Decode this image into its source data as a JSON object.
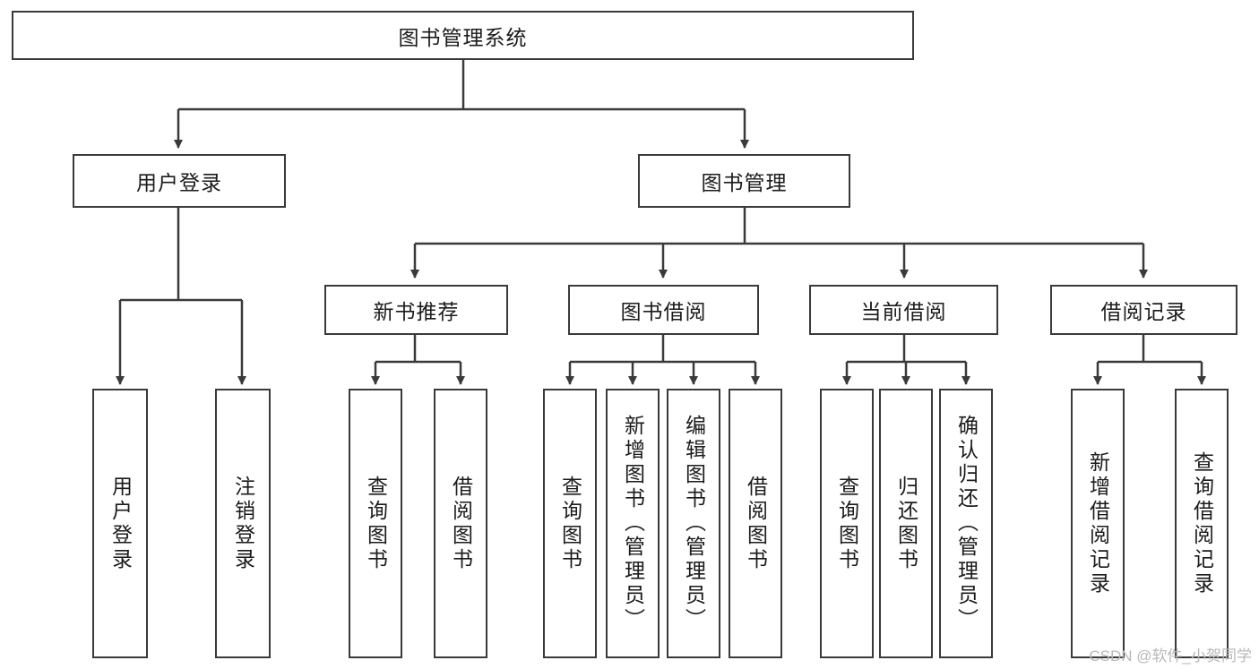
{
  "diagram": {
    "title": "图书管理系统",
    "type": "hierarchical-tree-functional-decomposition",
    "root": {
      "id": "root",
      "label": "图书管理系统"
    },
    "level2": [
      {
        "id": "user-login",
        "label": "用户登录"
      },
      {
        "id": "book-management",
        "label": "图书管理"
      }
    ],
    "level3": [
      {
        "id": "new-book-recommend",
        "label": "新书推荐",
        "parent": "book-management"
      },
      {
        "id": "book-borrow",
        "label": "图书借阅",
        "parent": "book-management"
      },
      {
        "id": "current-borrow",
        "label": "当前借阅",
        "parent": "book-management"
      },
      {
        "id": "borrow-record",
        "label": "借阅记录",
        "parent": "book-management"
      }
    ],
    "leaves": {
      "user_login": [
        {
          "id": "leaf-user-login",
          "label": "用户登录"
        },
        {
          "id": "leaf-logout",
          "label": "注销登录"
        }
      ],
      "new_book_recommend": [
        {
          "id": "leaf-query-book-1",
          "label": "查询图书"
        },
        {
          "id": "leaf-borrow-book-1",
          "label": "借阅图书"
        }
      ],
      "book_borrow": [
        {
          "id": "leaf-query-book-2",
          "label": "查询图书"
        },
        {
          "id": "leaf-add-book",
          "label": "新增图书（管理员）"
        },
        {
          "id": "leaf-edit-book",
          "label": "编辑图书（管理员）"
        },
        {
          "id": "leaf-borrow-book-2",
          "label": "借阅图书"
        }
      ],
      "current_borrow": [
        {
          "id": "leaf-query-book-3",
          "label": "查询图书"
        },
        {
          "id": "leaf-return-book",
          "label": "归还图书"
        },
        {
          "id": "leaf-confirm-return",
          "label": "确认归还（管理员）"
        }
      ],
      "borrow_record": [
        {
          "id": "leaf-add-record",
          "label": "新增借阅记录"
        },
        {
          "id": "leaf-query-record",
          "label": "查询借阅记录"
        }
      ]
    }
  },
  "watermark": {
    "text": "CSDN @软件_小贺同学"
  },
  "colors": {
    "border": "#3a3a3a",
    "text": "#1b1b1b",
    "background": "#ffffff",
    "watermark": "#b8b8b8"
  }
}
